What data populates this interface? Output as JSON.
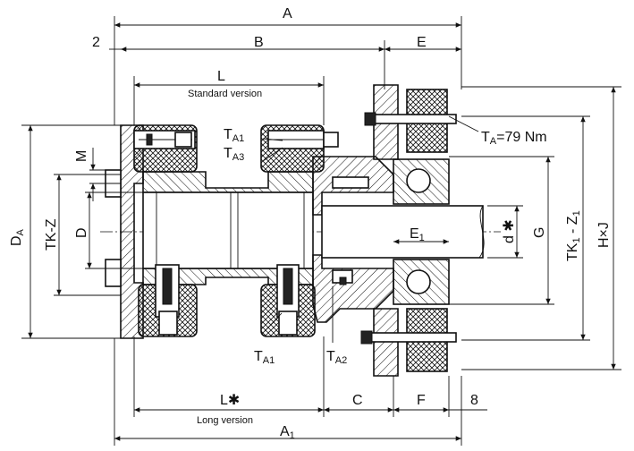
{
  "labels": {
    "A": "A",
    "B": "B",
    "E": "E",
    "two": "2",
    "L": "L",
    "standard": "Standard version",
    "TA1_top": "T",
    "TA1_top_sub": "A1",
    "TA3": "T",
    "TA3_sub": "A3",
    "TA_torque": "T",
    "TA_torque_sub": "A",
    "torque_value": "=79 Nm",
    "M": "M",
    "DA": "D",
    "DA_sub": "A",
    "TKZ": "TK-Z",
    "D": "D",
    "dstar": "d ✱",
    "E1": "E",
    "E1_sub": "1",
    "G": "G",
    "TK1Z1": "TK",
    "TK1Z1_sub": "1",
    "TK1Z1_rest": " - Z",
    "TK1Z1_sub2": "1",
    "HxJ": "H×J",
    "TA1_bottom": "T",
    "TA1_bottom_sub": "A1",
    "TA2": "T",
    "TA2_sub": "A2",
    "Lstar": "L✱",
    "long": "Long version",
    "C": "C",
    "F": "F",
    "eight": "8",
    "A1": "A",
    "A1_sub": "1"
  }
}
